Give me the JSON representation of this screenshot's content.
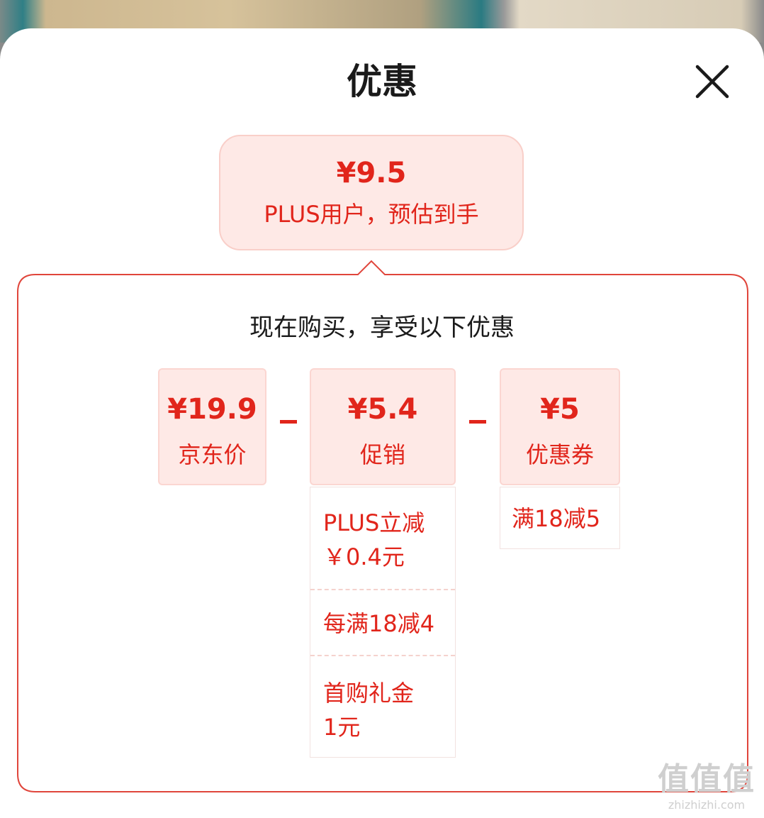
{
  "sheet": {
    "title": "优惠"
  },
  "estimate": {
    "price": "¥9.5",
    "label": "PLUS用户，预估到手"
  },
  "breakdown": {
    "heading": "现在购买，享受以下优惠",
    "jd_price": {
      "price": "¥19.9",
      "label": "京东价"
    },
    "promotion": {
      "price": "¥5.4",
      "label": "促销",
      "items": [
        {
          "line1": "PLUS立减",
          "line2": "￥0.4元"
        },
        {
          "line1": "每满18减4",
          "line2": ""
        },
        {
          "line1": "首购礼金",
          "line2": "1元"
        }
      ]
    },
    "coupon": {
      "price": "¥5",
      "label": "优惠券",
      "items": [
        {
          "line1": "满18减5"
        }
      ]
    }
  },
  "watermark": {
    "main": "值值值",
    "site": "zhizhizhi.com"
  },
  "icons": {
    "close": "close-icon"
  },
  "colors": {
    "accent": "#e1251b",
    "tint": "#fee9e6",
    "border": "#f9cfc9"
  }
}
